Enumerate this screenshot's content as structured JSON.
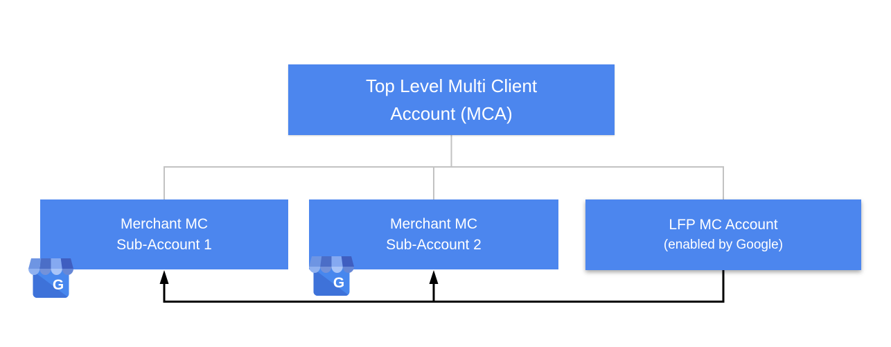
{
  "nodes": {
    "root": {
      "line1": "Top Level Multi Client",
      "line2": "Account (MCA)"
    },
    "sub1": {
      "line1": "Merchant MC",
      "line2": "Sub-Account 1"
    },
    "sub2": {
      "line1": "Merchant MC",
      "line2": "Sub-Account 2"
    },
    "lfp": {
      "line1": "LFP MC Account",
      "line2": "(enabled by Google)"
    }
  },
  "icons": {
    "google_business": {
      "name": "google-my-business-storefront",
      "letter": "G"
    }
  },
  "colors": {
    "node_fill": "#4c86ee",
    "node_text": "#ffffff",
    "tree_connector": "#c2c2c2",
    "feed_arrow": "#000000"
  },
  "edges": [
    {
      "from": "root",
      "to": "sub1",
      "type": "hierarchy"
    },
    {
      "from": "root",
      "to": "sub2",
      "type": "hierarchy"
    },
    {
      "from": "root",
      "to": "lfp",
      "type": "hierarchy"
    },
    {
      "from": "lfp",
      "to": "sub1",
      "type": "feed-arrow"
    },
    {
      "from": "lfp",
      "to": "sub2",
      "type": "feed-arrow"
    }
  ]
}
